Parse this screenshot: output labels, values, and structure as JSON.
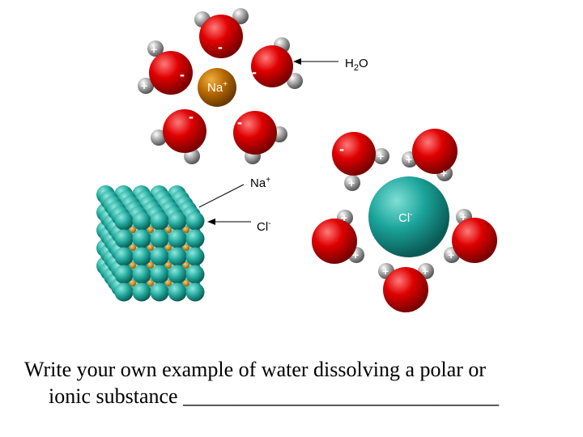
{
  "diagram": {
    "labels": {
      "water": "H",
      "water_sub": "2",
      "water_tail": "O",
      "sodium_ion": "Na",
      "sodium_charge": "+",
      "crystal_sodium": "Na",
      "crystal_sodium_charge": "+",
      "chloride_ion": "Cl",
      "chloride_charge": "-",
      "crystal_chloride": "Cl",
      "crystal_chloride_charge": "-"
    },
    "charges": {
      "negative": "-",
      "positive": "+"
    },
    "colors": {
      "oxygen": "#d40000",
      "hydrogen": "#9a9a9a",
      "sodium": "#b86a00",
      "chloride": "#1aa39a",
      "crystal_cl": "#22a99d",
      "crystal_na": "#d38a10"
    }
  },
  "prompt": {
    "line1": "Write your own example of water dissolving a polar or",
    "line2": "ionic substance",
    "blank": "______________________________"
  }
}
